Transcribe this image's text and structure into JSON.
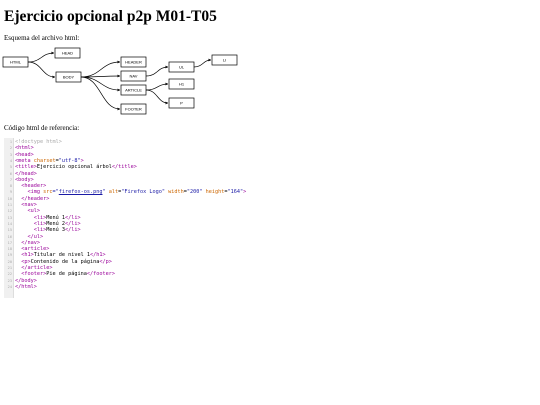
{
  "page": {
    "title": "Ejercicio opcional p2p M01-T05",
    "schema_label": "Esquema del archivo html:",
    "code_label": "Código html de referencia:"
  },
  "tree": {
    "nodes": [
      {
        "id": "html",
        "label": "HTML"
      },
      {
        "id": "head",
        "label": "HEAD"
      },
      {
        "id": "body",
        "label": "BODY"
      },
      {
        "id": "header",
        "label": "HEADER"
      },
      {
        "id": "nav",
        "label": "NAV"
      },
      {
        "id": "article",
        "label": "ARTICLE"
      },
      {
        "id": "footer",
        "label": "FOOTER"
      },
      {
        "id": "ul",
        "label": "UL"
      },
      {
        "id": "li",
        "label": "LI"
      },
      {
        "id": "h1",
        "label": "H1"
      },
      {
        "id": "p",
        "label": "P"
      }
    ],
    "edges": [
      [
        "html",
        "head"
      ],
      [
        "html",
        "body"
      ],
      [
        "body",
        "header"
      ],
      [
        "body",
        "nav"
      ],
      [
        "body",
        "article"
      ],
      [
        "body",
        "footer"
      ],
      [
        "nav",
        "ul"
      ],
      [
        "ul",
        "li"
      ],
      [
        "article",
        "h1"
      ],
      [
        "article",
        "p"
      ]
    ]
  },
  "code": {
    "lines": [
      [
        {
          "t": "<!doctype html>",
          "c": "doctype"
        }
      ],
      [
        {
          "t": "<html>",
          "c": "tag"
        }
      ],
      [
        {
          "t": "<head>",
          "c": "tag"
        }
      ],
      [
        {
          "t": "<meta ",
          "c": "tag"
        },
        {
          "t": "charset",
          "c": "attr"
        },
        {
          "t": "=",
          "c": "text"
        },
        {
          "t": "\"utf-8\"",
          "c": "str"
        },
        {
          "t": ">",
          "c": "tag"
        }
      ],
      [
        {
          "t": "<title>",
          "c": "tag"
        },
        {
          "t": "Ejercicio opcional árbol",
          "c": "text"
        },
        {
          "t": "</title>",
          "c": "tag"
        }
      ],
      [
        {
          "t": "</head>",
          "c": "tag"
        }
      ],
      [
        {
          "t": "<body>",
          "c": "tag"
        }
      ],
      [
        {
          "t": "  ",
          "c": "text"
        },
        {
          "t": "<header>",
          "c": "tag"
        }
      ],
      [
        {
          "t": "    ",
          "c": "text"
        },
        {
          "t": "<img ",
          "c": "tag"
        },
        {
          "t": "src",
          "c": "attr"
        },
        {
          "t": "=\"",
          "c": "str"
        },
        {
          "t": "firefox-os.png",
          "c": "link"
        },
        {
          "t": "\" ",
          "c": "str"
        },
        {
          "t": "alt",
          "c": "attr"
        },
        {
          "t": "=",
          "c": "text"
        },
        {
          "t": "\"Firefox Logo\" ",
          "c": "str"
        },
        {
          "t": "width",
          "c": "attr"
        },
        {
          "t": "=",
          "c": "text"
        },
        {
          "t": "\"200\" ",
          "c": "str"
        },
        {
          "t": "height",
          "c": "attr"
        },
        {
          "t": "=",
          "c": "text"
        },
        {
          "t": "\"164\"",
          "c": "str"
        },
        {
          "t": ">",
          "c": "tag"
        }
      ],
      [
        {
          "t": "  ",
          "c": "text"
        },
        {
          "t": "</header>",
          "c": "tag"
        }
      ],
      [
        {
          "t": "  ",
          "c": "text"
        },
        {
          "t": "<nav>",
          "c": "tag"
        }
      ],
      [
        {
          "t": "    ",
          "c": "text"
        },
        {
          "t": "<ul>",
          "c": "tag"
        }
      ],
      [
        {
          "t": "      ",
          "c": "text"
        },
        {
          "t": "<li>",
          "c": "tag"
        },
        {
          "t": "Menú 1",
          "c": "text"
        },
        {
          "t": "</li>",
          "c": "tag"
        }
      ],
      [
        {
          "t": "      ",
          "c": "text"
        },
        {
          "t": "<li>",
          "c": "tag"
        },
        {
          "t": "Menú 2",
          "c": "text"
        },
        {
          "t": "</li>",
          "c": "tag"
        }
      ],
      [
        {
          "t": "      ",
          "c": "text"
        },
        {
          "t": "<li>",
          "c": "tag"
        },
        {
          "t": "Menú 3",
          "c": "text"
        },
        {
          "t": "</li>",
          "c": "tag"
        }
      ],
      [
        {
          "t": "    ",
          "c": "text"
        },
        {
          "t": "</ul>",
          "c": "tag"
        }
      ],
      [
        {
          "t": "  ",
          "c": "text"
        },
        {
          "t": "</nav>",
          "c": "tag"
        }
      ],
      [
        {
          "t": "  ",
          "c": "text"
        },
        {
          "t": "<article>",
          "c": "tag"
        }
      ],
      [
        {
          "t": "  ",
          "c": "text"
        },
        {
          "t": "<h1>",
          "c": "tag"
        },
        {
          "t": "Titular de nivel 1",
          "c": "text"
        },
        {
          "t": "</h1>",
          "c": "tag"
        }
      ],
      [
        {
          "t": "  ",
          "c": "text"
        },
        {
          "t": "<p>",
          "c": "tag"
        },
        {
          "t": "Contenido de la página",
          "c": "text"
        },
        {
          "t": "</p>",
          "c": "tag"
        }
      ],
      [
        {
          "t": "  ",
          "c": "text"
        },
        {
          "t": "</article>",
          "c": "tag"
        }
      ],
      [
        {
          "t": "  ",
          "c": "text"
        },
        {
          "t": "<footer>",
          "c": "tag"
        },
        {
          "t": "Pie de página",
          "c": "text"
        },
        {
          "t": "</footer>",
          "c": "tag"
        }
      ],
      [
        {
          "t": "</body>",
          "c": "tag"
        }
      ],
      [
        {
          "t": "</html>",
          "c": "tag"
        }
      ]
    ]
  },
  "colors": {
    "tag": "#990099",
    "attr": "#cc6600",
    "string": "#1a1aa6",
    "comment": "#aaaaaa"
  }
}
